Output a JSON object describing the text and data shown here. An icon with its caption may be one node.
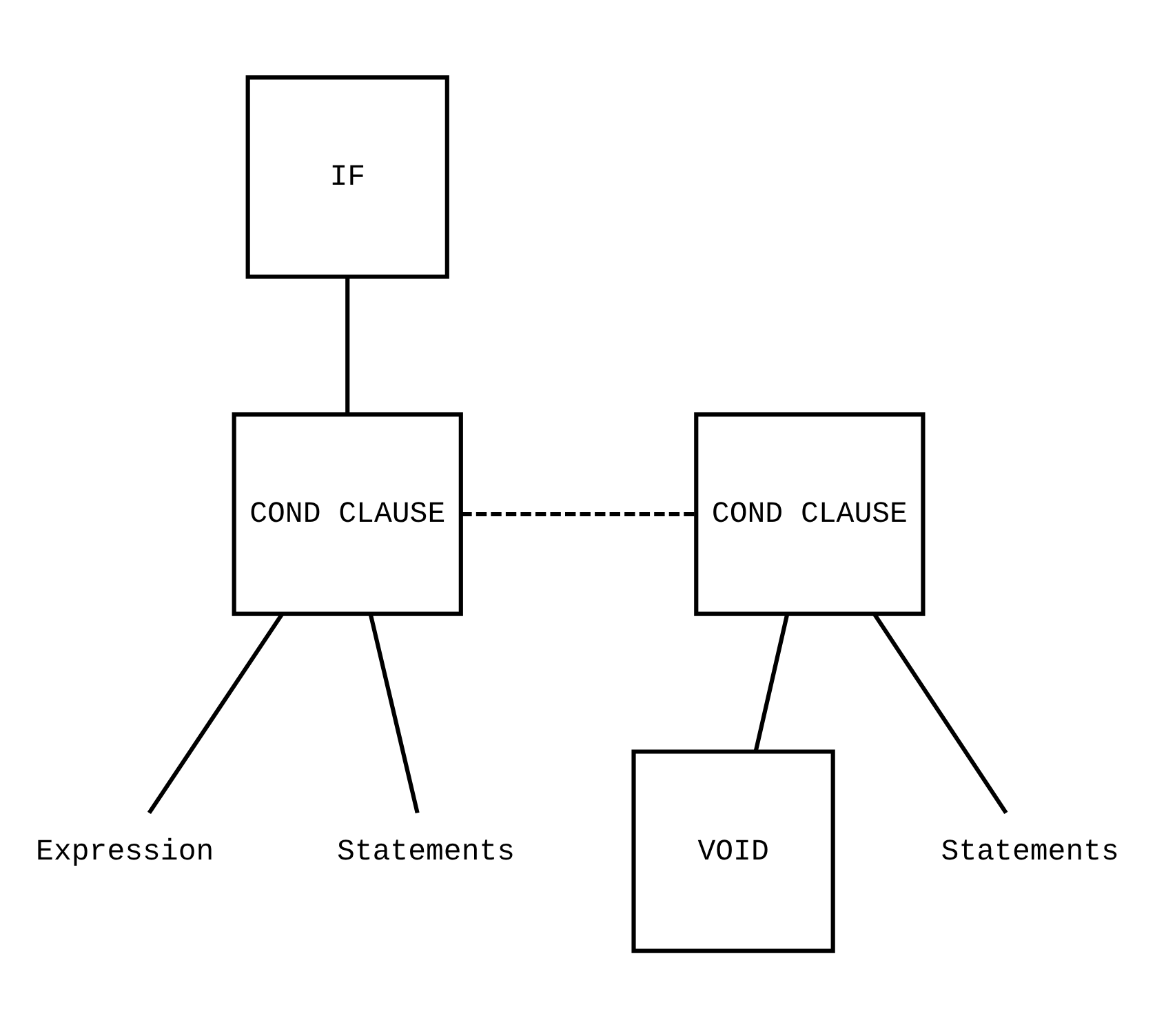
{
  "diagram": {
    "nodes": [
      {
        "text": [
          "IF"
        ]
      },
      {
        "text": [
          "COND CLAUSE"
        ]
      },
      {
        "text": [
          "COND CLAUSE"
        ]
      },
      {
        "text": [
          "Expression"
        ]
      },
      {
        "text": [
          "Statements"
        ]
      },
      {
        "text": [
          "VOID"
        ]
      },
      {
        "text": [
          "Statements"
        ]
      }
    ],
    "edges": [
      {
        "from": 0,
        "to": 1,
        "arrow": "none"
      },
      {
        "from": 1,
        "to": 2,
        "arrow": "none",
        "style": "dashed"
      },
      {
        "from": 1,
        "to": 3,
        "arrow": "none"
      },
      {
        "from": 1,
        "to": 4,
        "arrow": "none"
      },
      {
        "from": 2,
        "to": 5,
        "arrow": "none"
      },
      {
        "from": 2,
        "to": 6,
        "arrow": "none"
      }
    ]
  }
}
